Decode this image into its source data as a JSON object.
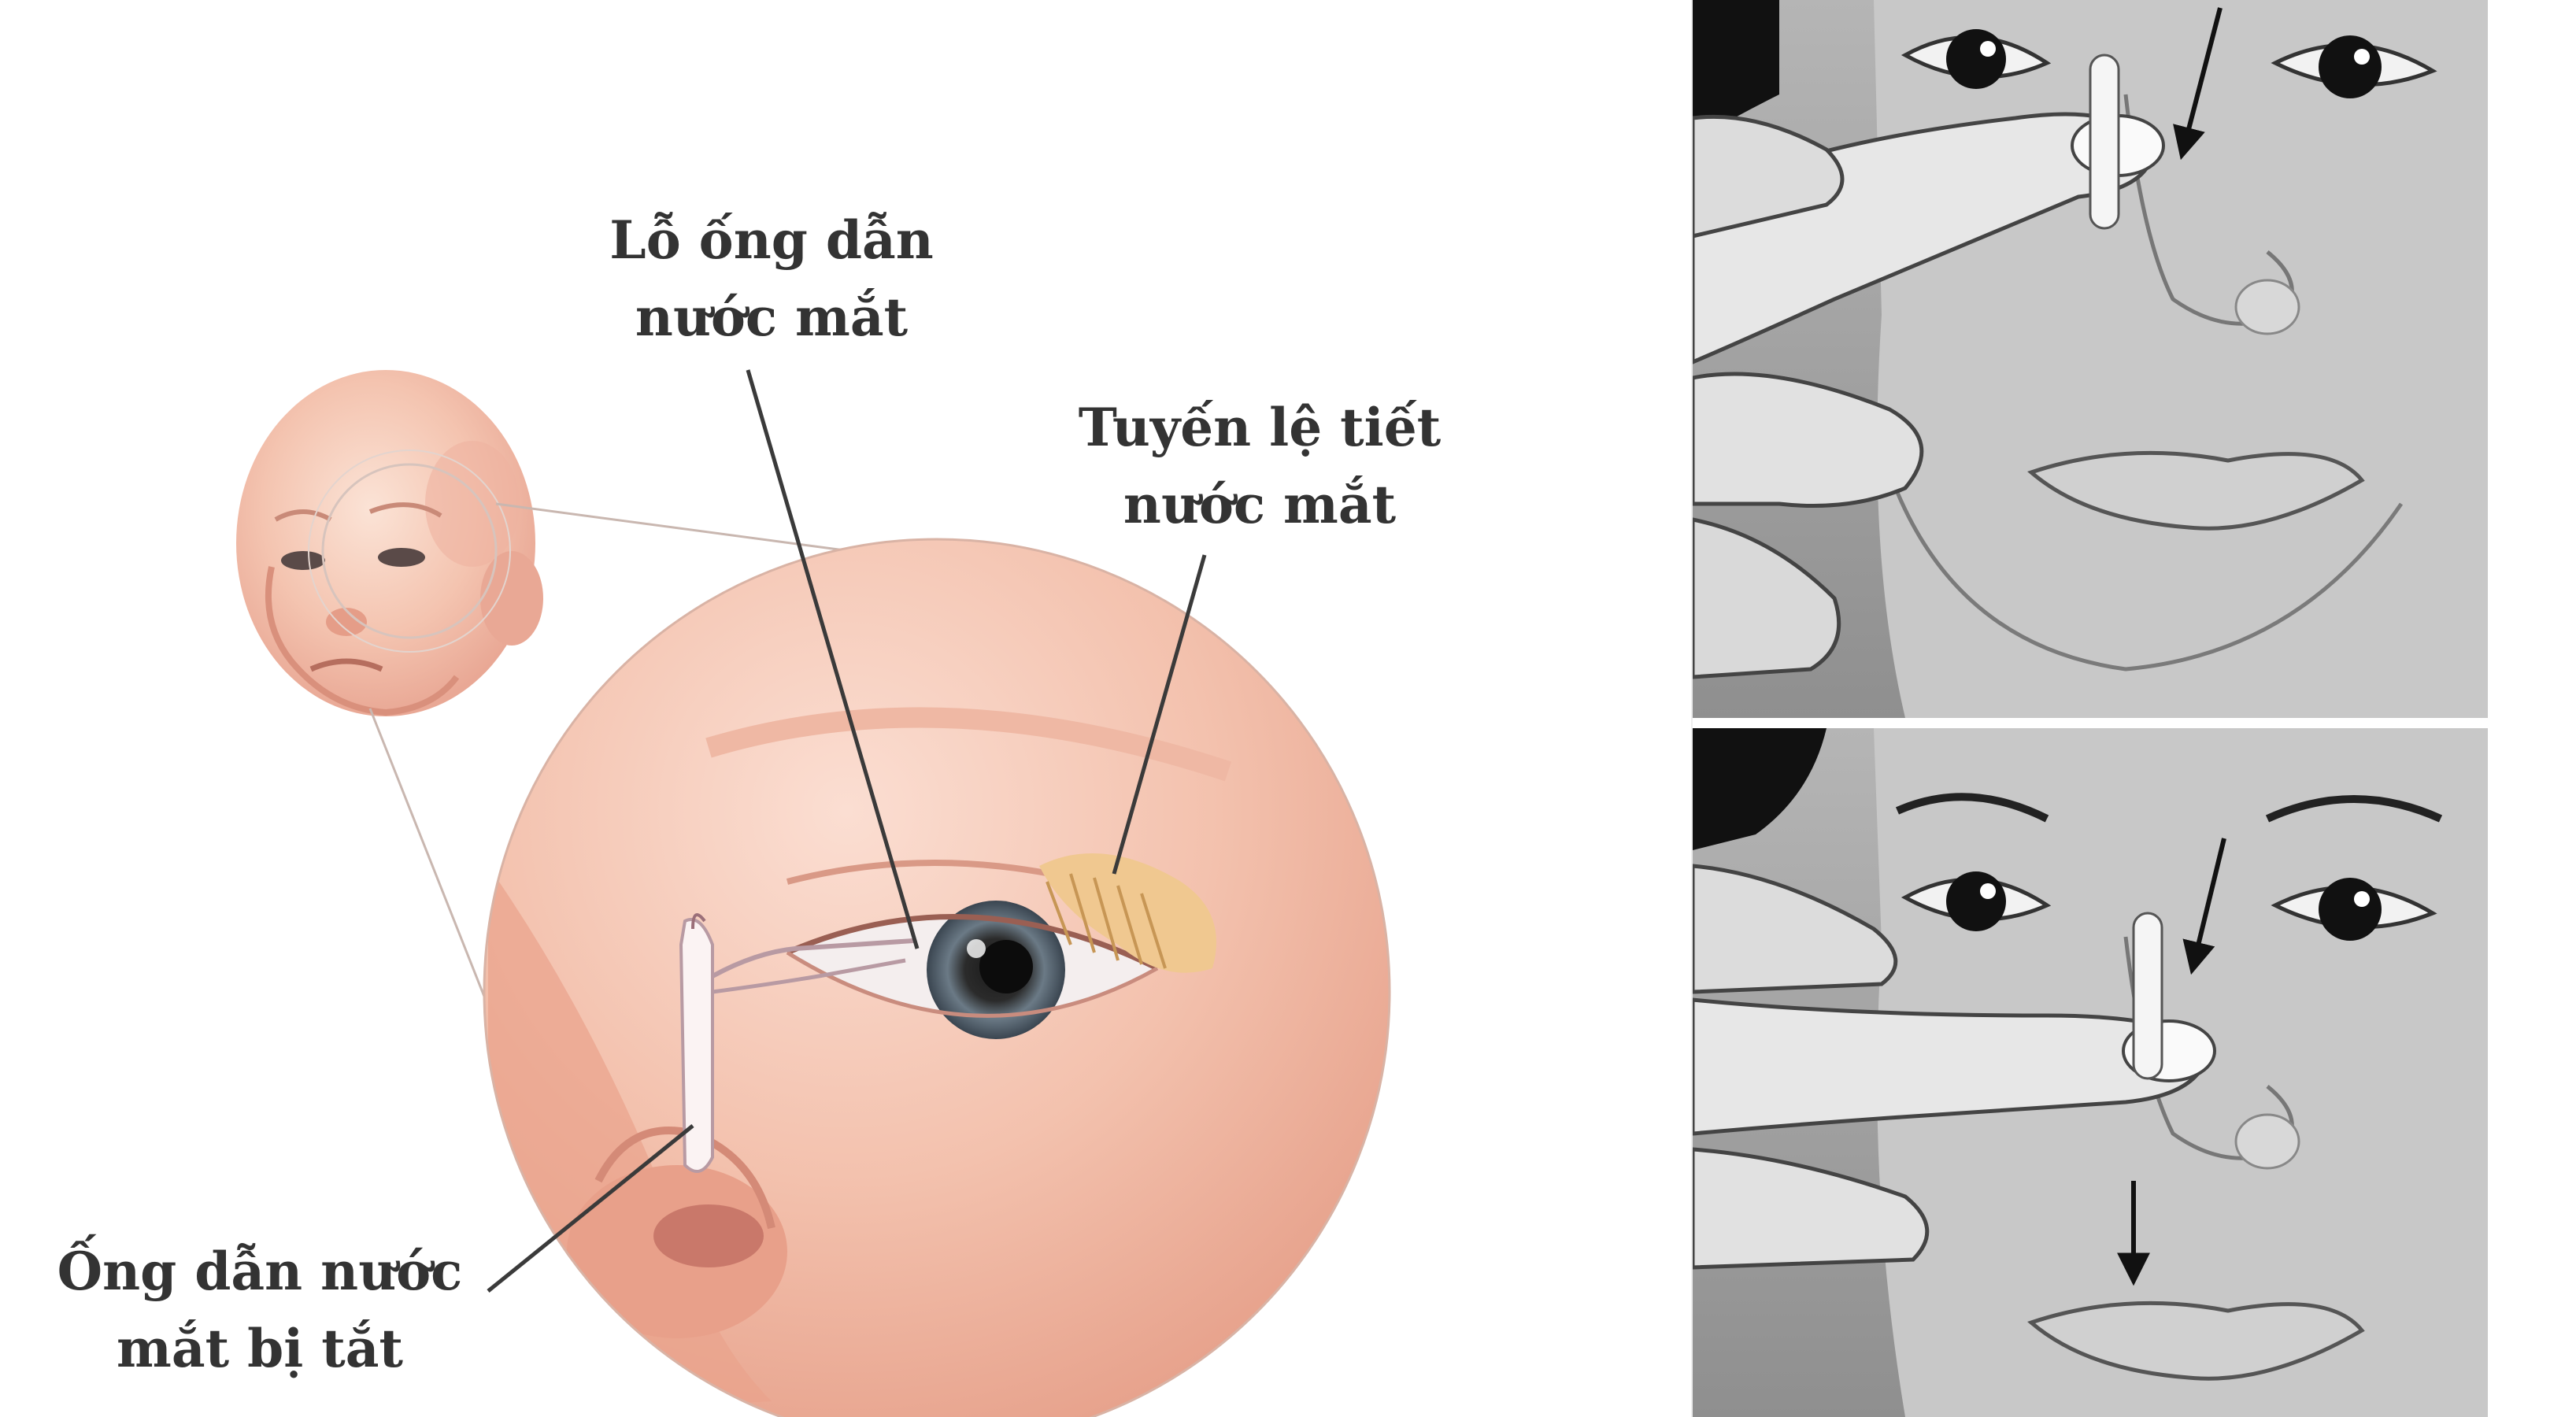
{
  "labels": {
    "duct_opening": {
      "line1": "Lỗ ống dẫn",
      "line2": "nước mắt"
    },
    "lacrimal_gland": {
      "line1": "Tuyến lệ tiết",
      "line2": "nước mắt"
    },
    "blocked_duct": {
      "line1": "Ống dẫn nước",
      "line2": "mắt bị tắt"
    }
  },
  "panels": {
    "massage_step_1": {
      "arrow_direction": "down"
    },
    "massage_step_2": {
      "arrow_direction": "down"
    }
  },
  "colors": {
    "background": "#ffffff",
    "skin": "#f3c3b0",
    "skin_shadow": "#e49a85",
    "lacrimal_gland": "#f0c890",
    "label_text": "#333333",
    "pointer_line": "#3a3a3a",
    "grayscale_panel_bg": "#9a9a9a",
    "grayscale_skin": "#c8c8c8",
    "panel_divider": "#ffffff"
  }
}
